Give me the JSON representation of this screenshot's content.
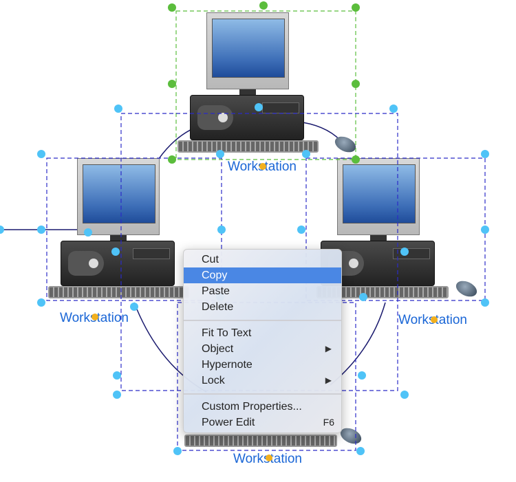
{
  "workstations": [
    {
      "label": "Workstation"
    },
    {
      "label": "Workstation"
    },
    {
      "label": "Workstation"
    },
    {
      "label": "Workstation"
    }
  ],
  "context_menu": {
    "groups": [
      [
        {
          "label": "Cut"
        },
        {
          "label": "Copy",
          "highlighted": true
        },
        {
          "label": "Paste"
        },
        {
          "label": "Delete"
        }
      ],
      [
        {
          "label": "Fit To Text"
        },
        {
          "label": "Object",
          "submenu": "▶"
        },
        {
          "label": "Hypernote"
        },
        {
          "label": "Lock",
          "submenu": "▶"
        }
      ],
      [
        {
          "label": "Custom Properties..."
        },
        {
          "label": "Power Edit",
          "shortcut": "F6"
        }
      ]
    ]
  },
  "colors": {
    "selection_green": "#5bbd3c",
    "selection_blue": "#2b2bc8",
    "handle_blue": "#4fc3f7",
    "label": "#1a66d6",
    "menu_highlight": "#4a87e4"
  }
}
